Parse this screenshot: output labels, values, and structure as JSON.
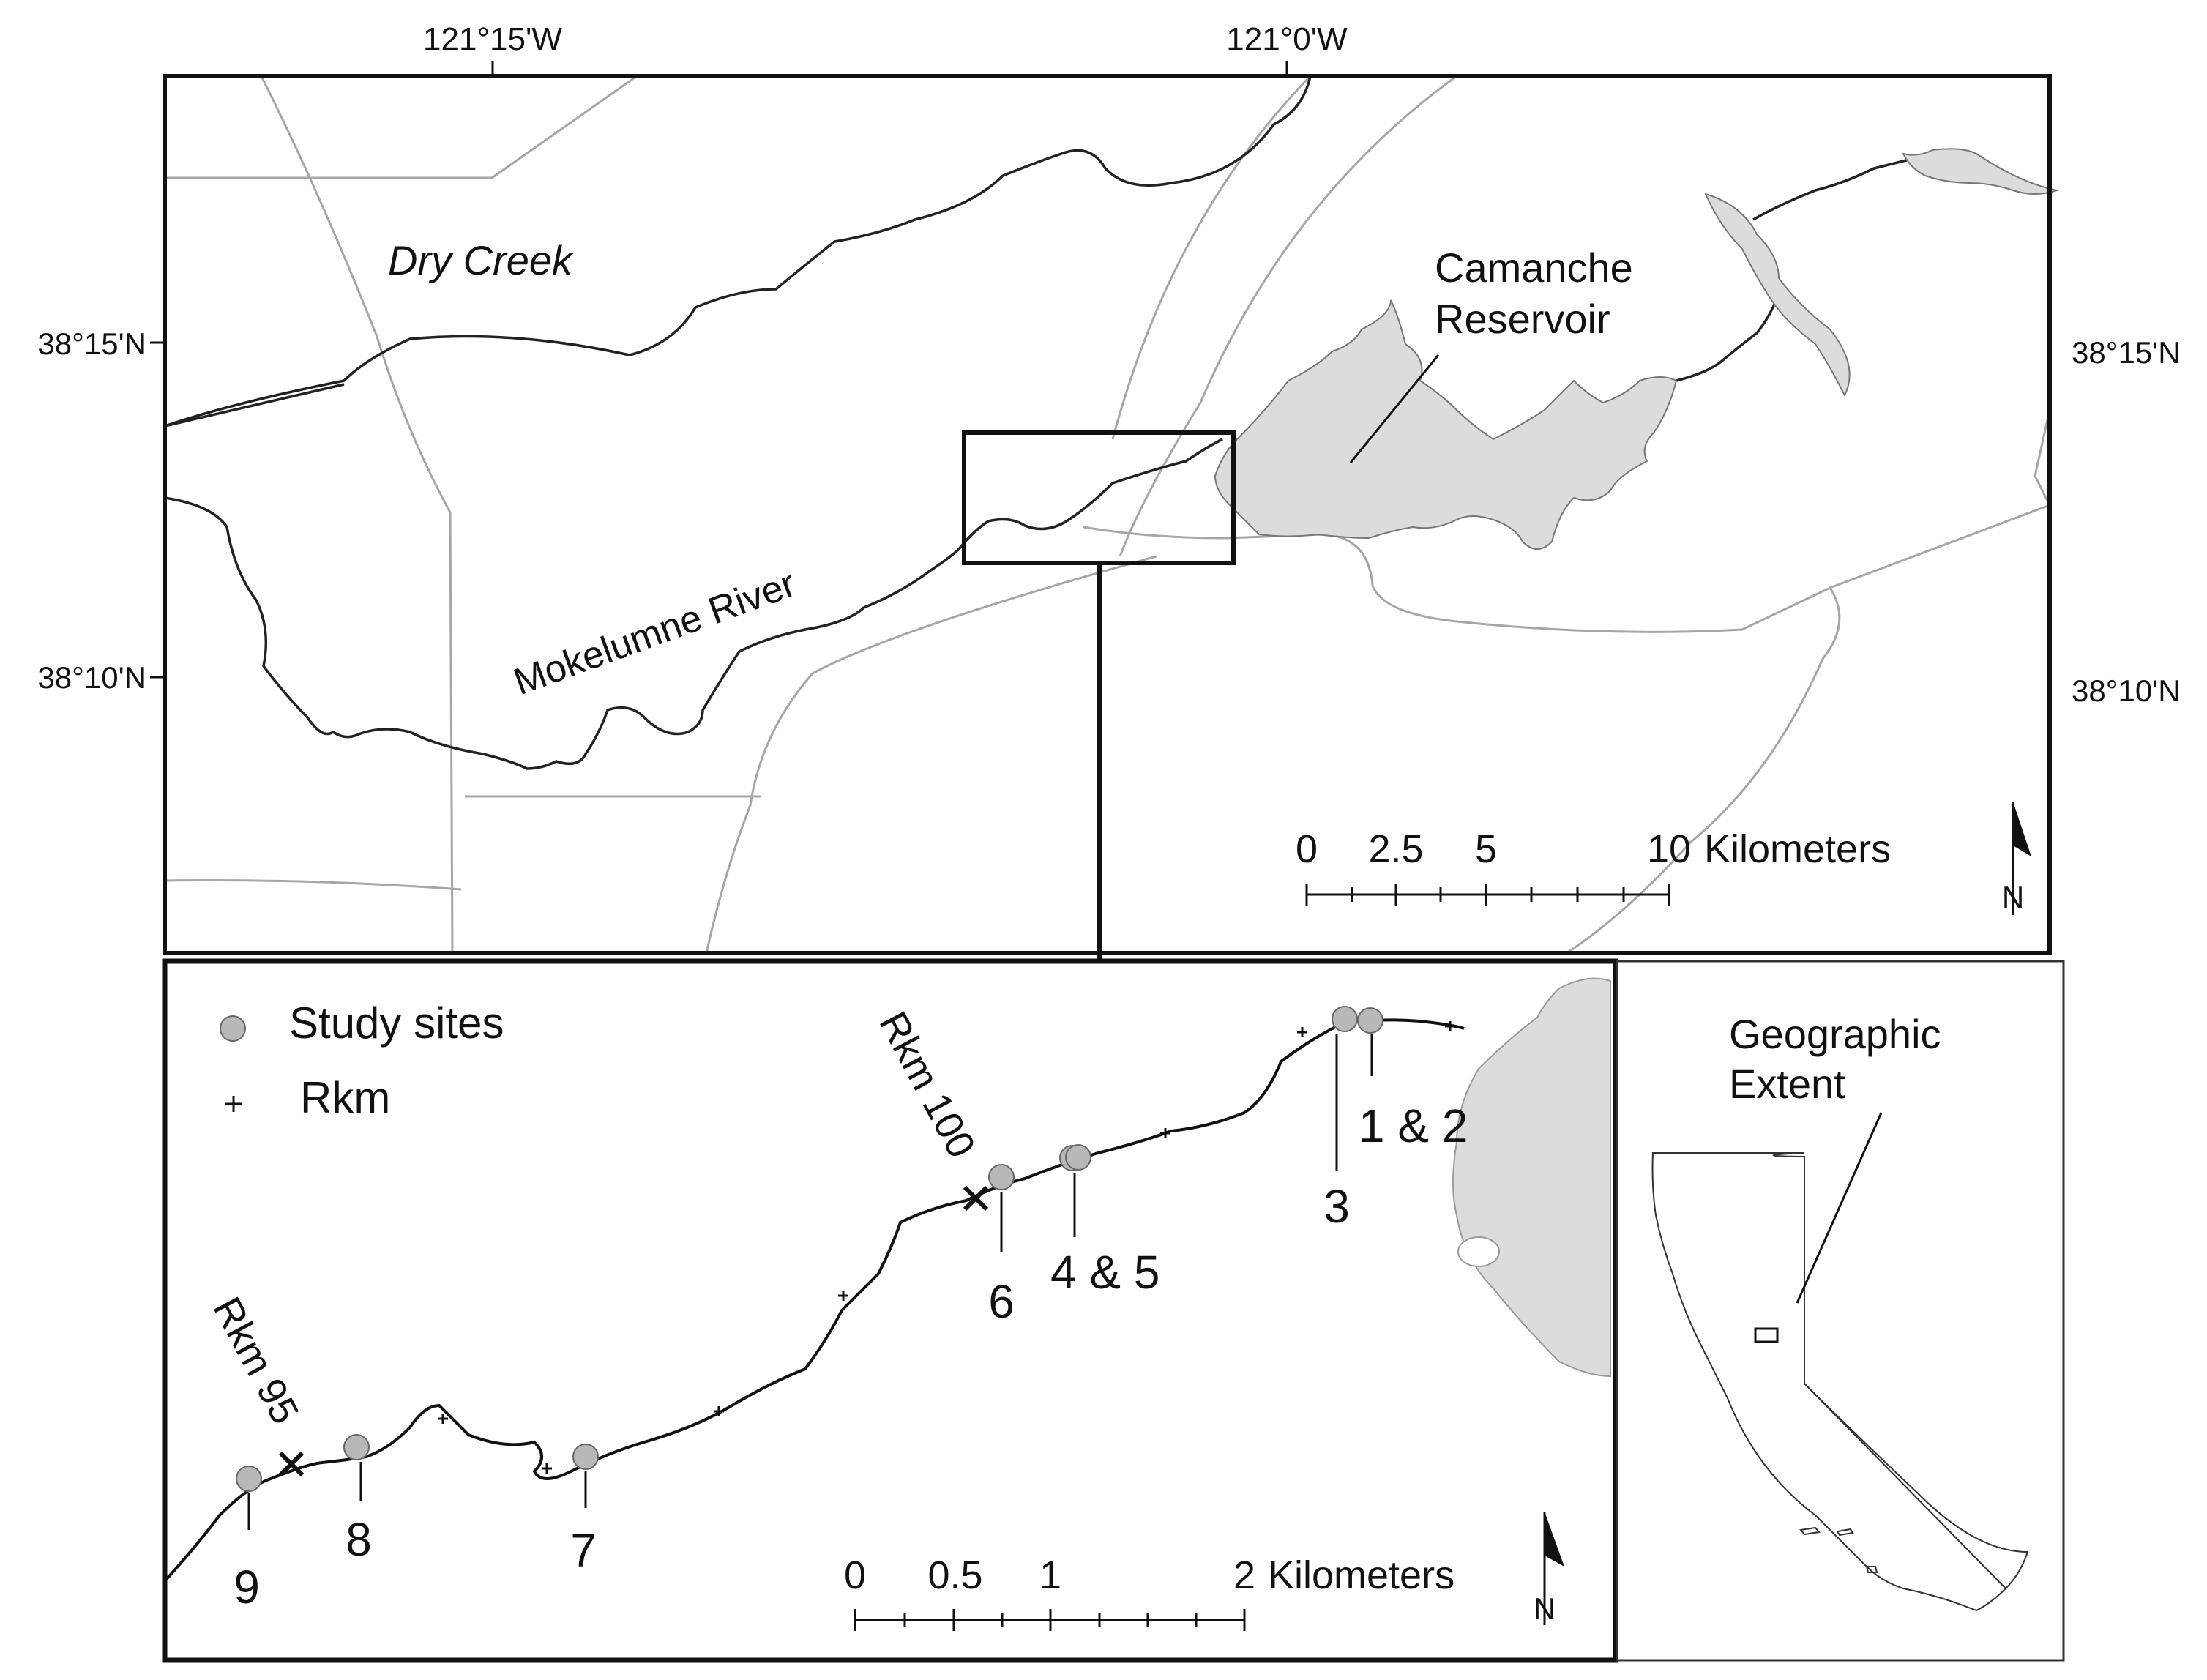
{
  "colors": {
    "river": "#222222",
    "road": "#a6a6a6",
    "water": "#dcdcdc",
    "site": "#b8b8b8",
    "frame": "#111111"
  },
  "overview": {
    "coords": {
      "lon_left": "121°15'W",
      "lon_right": "121°0'W",
      "lat_top_left": "38°15'N",
      "lat_bottom_left": "38°10'N",
      "lat_top_right": "38°15'N",
      "lat_bottom_right": "38°10'N"
    },
    "labels": {
      "creek": "Dry Creek",
      "river": "Mokelumne River",
      "reservoir_line1": "Camanche",
      "reservoir_line2": "Reservoir"
    },
    "scale": {
      "ticks": [
        "0",
        "2.5",
        "5",
        "10"
      ],
      "units": "Kilometers"
    },
    "north": "N"
  },
  "detail": {
    "legend": {
      "sites_label": "Study sites",
      "rkm_label": "Rkm"
    },
    "rkm_labels": [
      "Rkm 100",
      "Rkm 95"
    ],
    "site_labels": [
      "1 & 2",
      "3",
      "4 & 5",
      "6",
      "7",
      "8",
      "9"
    ],
    "scale": {
      "ticks": [
        "0",
        "0.5",
        "1",
        "2"
      ],
      "units": "Kilometers"
    },
    "north": "N"
  },
  "inset": {
    "label_line1": "Geographic",
    "label_line2": "Extent"
  }
}
